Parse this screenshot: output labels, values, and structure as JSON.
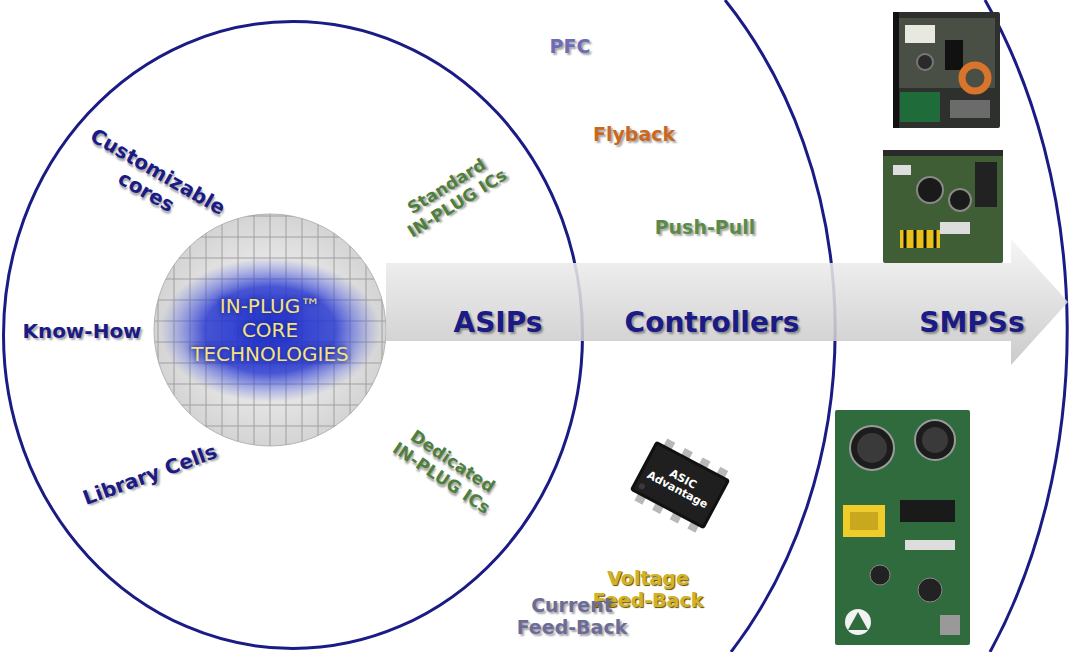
{
  "diagram": {
    "nodes": [
      {
        "text": [
          "Customizable cores",
          "Know-How",
          "Library Cells",
          "Standard IN-PLUG ICs",
          "Dedicated IN-PLUG ICs"
        ]
      },
      {
        "text": [
          "IN-PLUG™ CORE TECHNOLOGIES"
        ],
        "in": 0
      },
      {
        "text": [
          "ASIPs",
          "Controllers",
          "SMPSs"
        ]
      },
      {
        "text": [
          "ASIC Advantage"
        ]
      }
    ],
    "labels": [
      "PFC",
      "Flyback",
      "Push-Pull",
      "Voltage Feed-Back",
      "Current Feed-Back"
    ]
  }
}
